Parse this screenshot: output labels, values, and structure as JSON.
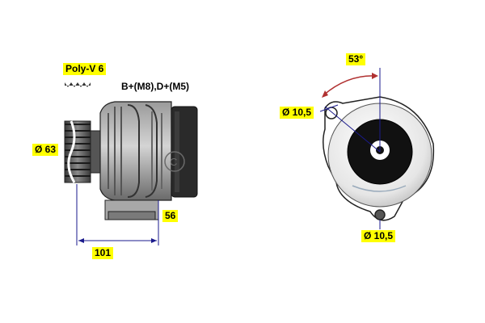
{
  "labels": {
    "belt_type": "Poly-V 6",
    "terminals": "B+(M8),D+(M5)",
    "pulley_diameter": "Ø 63",
    "housing_offset": "56",
    "overall_length": "101",
    "mount_angle": "53°",
    "upper_hole": "Ø 10,5",
    "lower_hole": "Ø 10,5"
  },
  "colors": {
    "label_fill": "#ffff00",
    "dimension_line": "#1a1a8c",
    "arrow_red": "#b03030",
    "housing_dark": "#2a2a2a",
    "housing_mid": "#8c8c8c",
    "housing_light": "#c8c8c8"
  }
}
